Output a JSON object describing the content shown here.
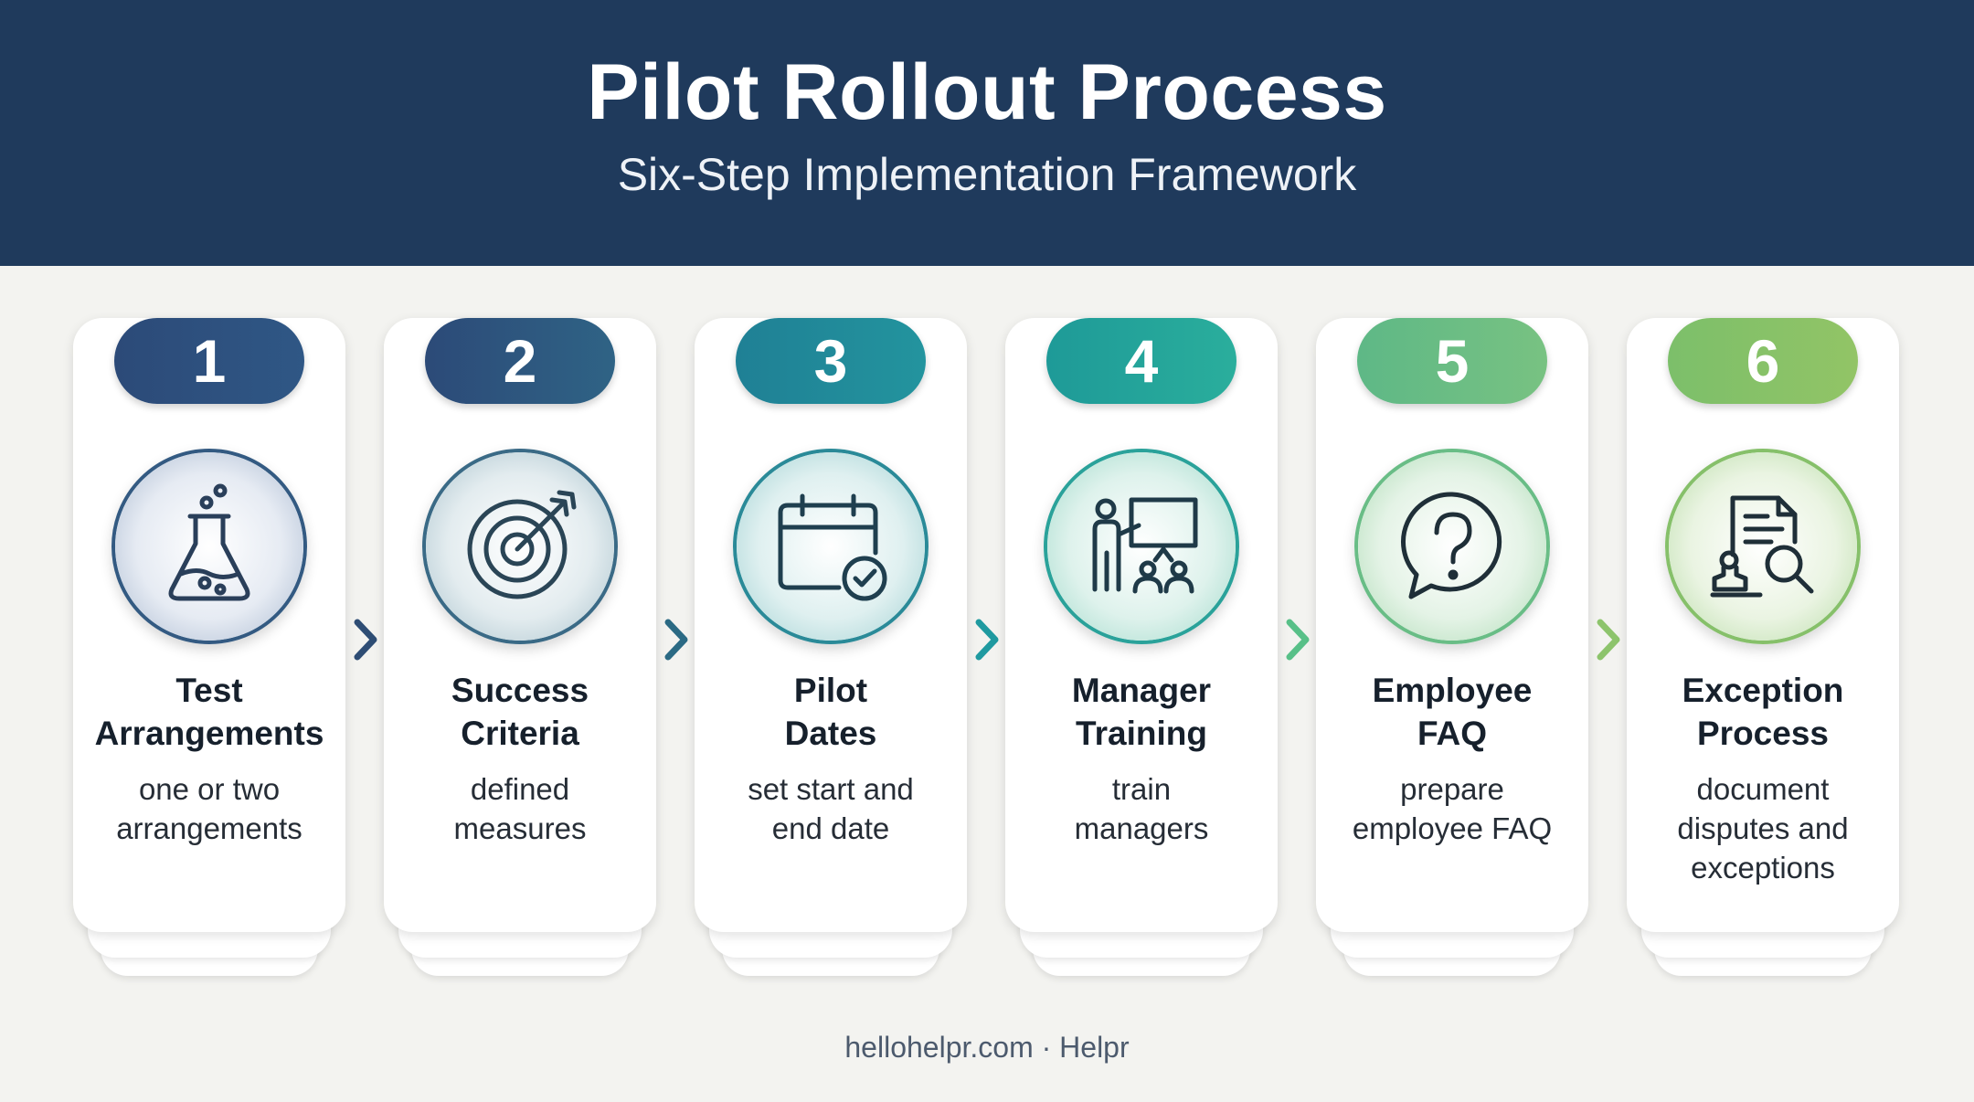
{
  "header": {
    "title": "Pilot Rollout Process",
    "subtitle": "Six-Step Implementation Framework"
  },
  "steps": [
    {
      "number": "1",
      "title_line1": "Test",
      "title_line2": "Arrangements",
      "desc_line1": "one or two",
      "desc_line2": "arrangements",
      "desc_line3": "",
      "icon": "flask-icon",
      "color": "#2d4f7c"
    },
    {
      "number": "2",
      "title_line1": "Success",
      "title_line2": "Criteria",
      "desc_line1": "defined",
      "desc_line2": "measures",
      "desc_line3": "",
      "icon": "target-icon",
      "color": "#2f5a7d"
    },
    {
      "number": "3",
      "title_line1": "Pilot",
      "title_line2": "Dates",
      "desc_line1": "set start and",
      "desc_line2": "end date",
      "desc_line3": "",
      "icon": "calendar-check-icon",
      "color": "#1f8a9a"
    },
    {
      "number": "4",
      "title_line1": "Manager",
      "title_line2": "Training",
      "desc_line1": "train",
      "desc_line2": "managers",
      "desc_line3": "",
      "icon": "presentation-icon",
      "color": "#23a39a"
    },
    {
      "number": "5",
      "title_line1": "Employee",
      "title_line2": "FAQ",
      "desc_line1": "prepare",
      "desc_line2": "employee FAQ",
      "desc_line3": "",
      "icon": "question-bubble-icon",
      "color": "#6dbd85"
    },
    {
      "number": "6",
      "title_line1": "Exception",
      "title_line2": "Process",
      "desc_line1": "document",
      "desc_line2": "disputes and",
      "desc_line3": "exceptions",
      "icon": "document-search-icon",
      "color": "#86c06a"
    }
  ],
  "footer": "hellohelpr.com · Helpr"
}
